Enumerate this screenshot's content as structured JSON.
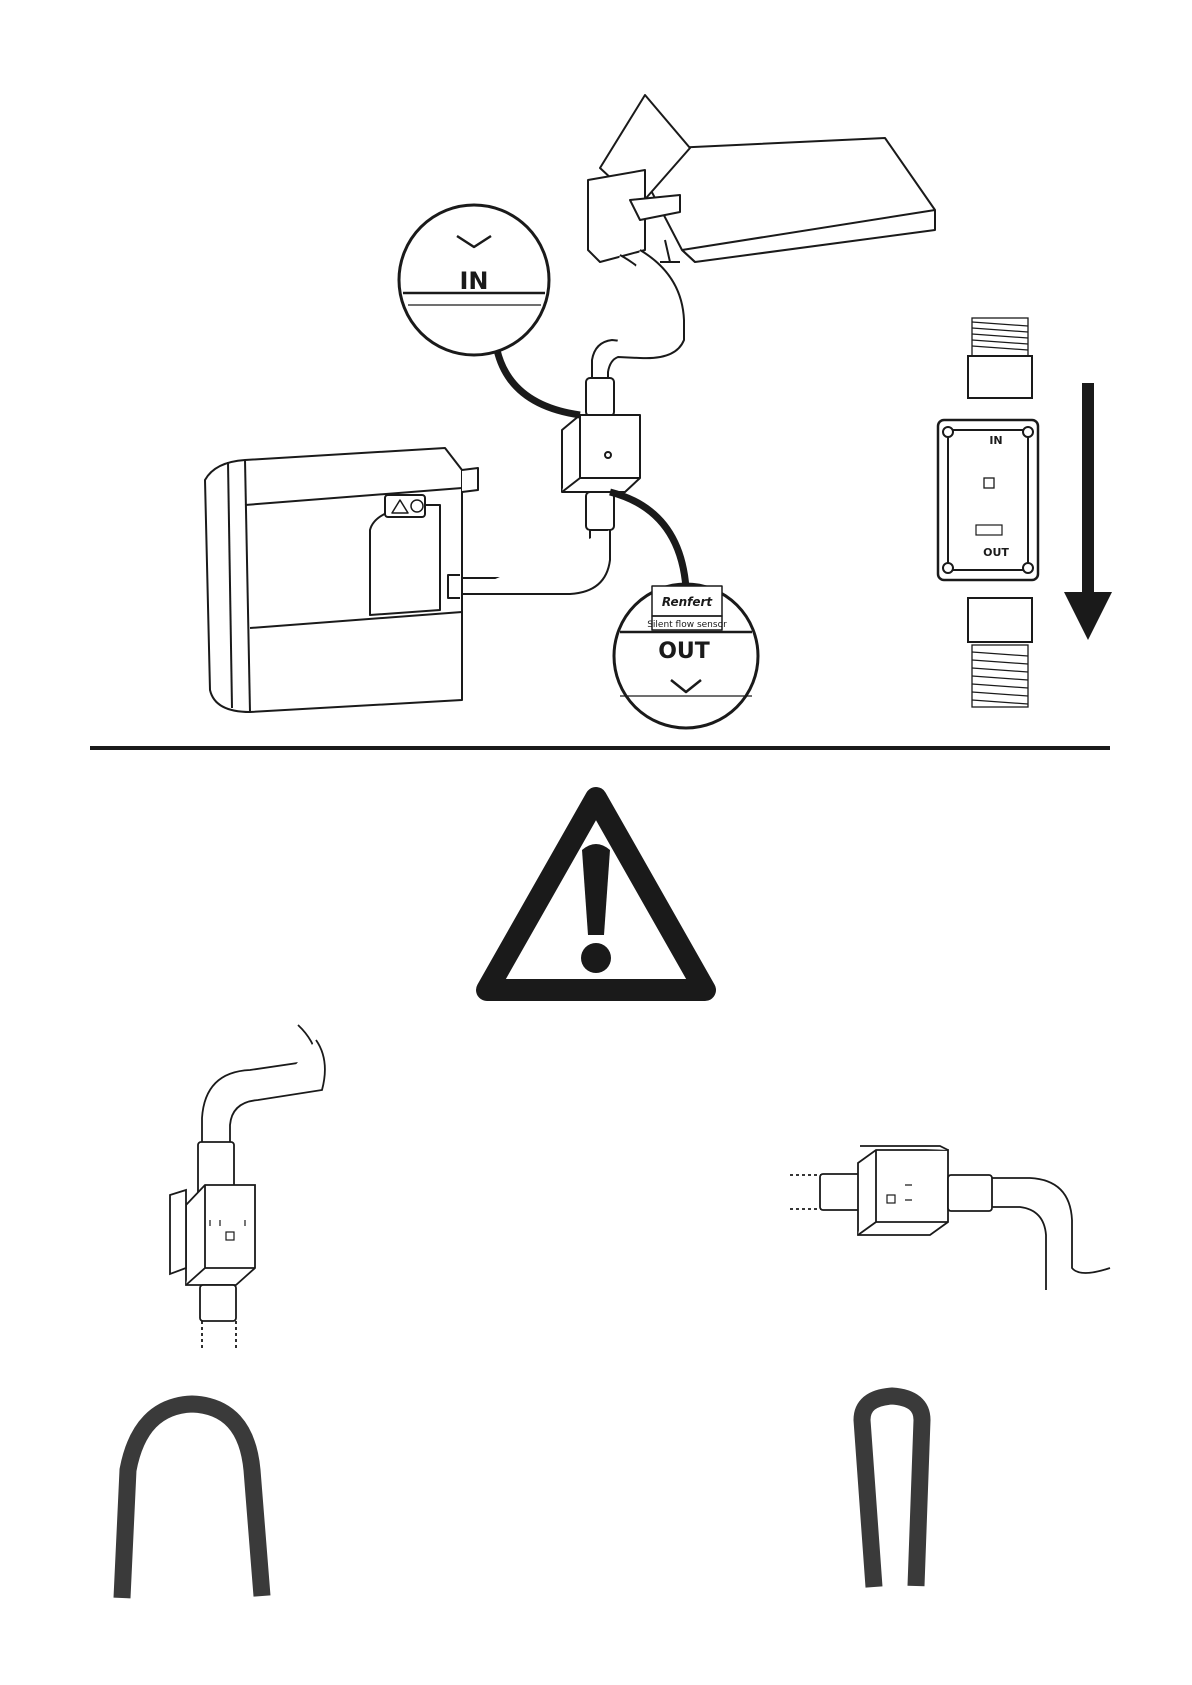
{
  "labels": {
    "inlet": "IN",
    "outlet": "OUT",
    "brand": "Renfert",
    "sensor_name": "Silent flow sensor"
  },
  "colors": {
    "line": "#1a1a1a",
    "hose": "#3a3a3a",
    "background": "#ffffff"
  },
  "icons": [
    "warning-triangle-icon",
    "flow-direction-arrow-icon"
  ]
}
